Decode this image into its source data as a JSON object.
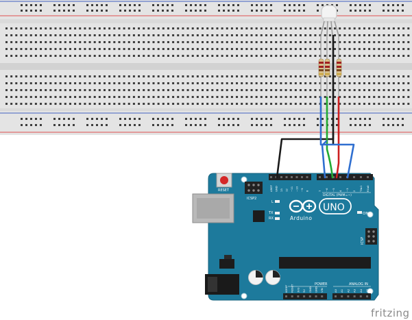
{
  "board": {
    "reset_label": "RESET",
    "icsp2_label": "ICSP2",
    "l_label": "L",
    "tx_label": "TX",
    "rx_label": "RX",
    "on_label": "ON",
    "brand": "Arduino",
    "model": "UNO",
    "digital_label": "DIGITAL (PWM=~)",
    "icsp_label": "ICSP",
    "power_label": "POWER",
    "analog_label": "ANALOG IN",
    "digital_pins": [
      "AREF",
      "GND",
      "13",
      "12",
      "~11",
      "~10",
      "~9",
      "8",
      "7",
      "~6",
      "~5",
      "4",
      "~3",
      "2",
      "TX▸1",
      "RX◂0"
    ],
    "power_pins": [
      "IOREF",
      "RESET",
      "3V3",
      "5V",
      "GND",
      "GND",
      "VIN"
    ],
    "analog_pins": [
      "A0",
      "A1",
      "A2",
      "A3",
      "A4",
      "A5"
    ]
  },
  "footer": {
    "brand": "fritzing"
  },
  "colors": {
    "board": "#1d7a9c",
    "breadboard": "#e3e3e3",
    "rail_red": "#e05050",
    "rail_blue": "#4060c0",
    "wire_black": "#1a1a1a",
    "wire_green": "#22aa33",
    "wire_red": "#cc1f1f",
    "wire_blue": "#2f6fd0"
  }
}
